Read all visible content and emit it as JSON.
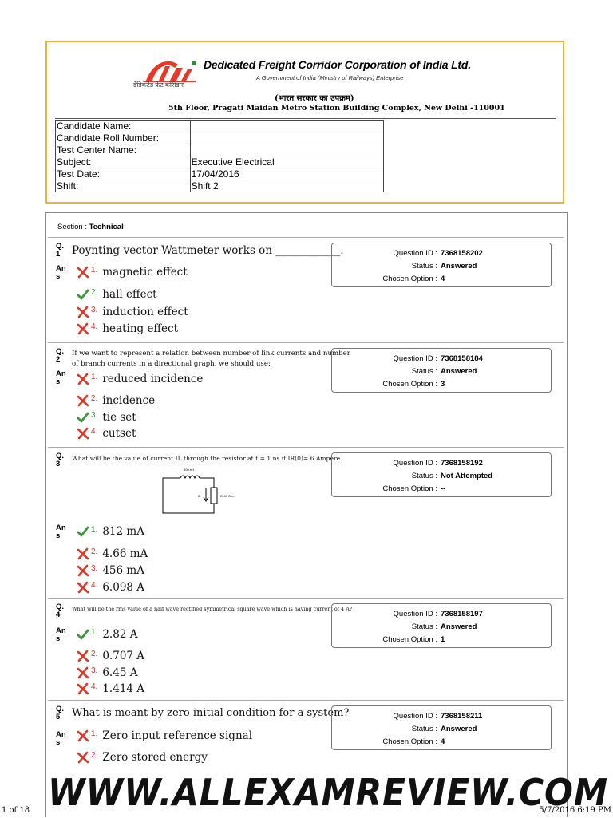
{
  "header": {
    "org_name": "Dedicated Freight Corridor Corporation of India Ltd.",
    "org_subtitle": "A Government of India (Ministry of Railways) Enterprise",
    "org_hindi_logo": "डेडिकेटेड फ्रेट कॉरीडोर",
    "org_hindi": "(भारत सरकार का उपक्रम)",
    "address": "5th Floor, Pragati Maidan Metro Station Building Complex, New Delhi -110001",
    "brand_color": "#e53a2b",
    "border_color": "#f0b13c"
  },
  "candidate": {
    "rows": [
      {
        "label": "Candidate Name:",
        "value": ""
      },
      {
        "label": "Candidate Roll Number:",
        "value": ""
      },
      {
        "label": "Test Center Name:",
        "value": ""
      },
      {
        "label": "Subject:",
        "value": "Executive Electrical"
      },
      {
        "label": "Test Date:",
        "value": "17/04/2016"
      },
      {
        "label": "Shift:",
        "value": "Shift 2"
      }
    ]
  },
  "section": {
    "label": "Section : ",
    "name": "Technical"
  },
  "info_labels": {
    "qid": "Question ID :",
    "status": "Status :",
    "chosen": "Chosen Option :"
  },
  "answer_label": "An s",
  "questions": [
    {
      "qno": "Q. 1",
      "text": "Poynting-vector Wattmeter works on ____________.",
      "qid": "7368158202",
      "status": "Answered",
      "chosen": "4",
      "options": [
        {
          "num": "1.",
          "text": "magnetic effect",
          "correct": false
        },
        {
          "num": "2.",
          "text": "hall effect",
          "correct": true
        },
        {
          "num": "3.",
          "text": "induction effect",
          "correct": false
        },
        {
          "num": "4.",
          "text": "heating effect",
          "correct": false
        }
      ]
    },
    {
      "qno": "Q. 2",
      "text_line1": "If we want to represent a relation between number of link currents and number",
      "text_line2": "of branch currents in a directional graph, we should use:",
      "qid": "7368158184",
      "status": "Answered",
      "chosen": "3",
      "options": [
        {
          "num": "1.",
          "text": "reduced incidence",
          "correct": false
        },
        {
          "num": "2.",
          "text": "incidence",
          "correct": false
        },
        {
          "num": "3.",
          "text": "tie set",
          "correct": true
        },
        {
          "num": "4.",
          "text": "cutset",
          "correct": false
        }
      ]
    },
    {
      "qno": "Q. 3",
      "text": "What will be the value of current IL through the resistor at t = 1 ns if IR(0)= 6 Ampere.",
      "qid": "7368158192",
      "status": "Not Attempted",
      "chosen": "--",
      "circuit": {
        "inductor": "500 nH",
        "resistor": "2000 Ohm",
        "current": "IL"
      },
      "options": [
        {
          "num": "1.",
          "text": "812 mA",
          "correct": true
        },
        {
          "num": "2.",
          "text": "4.66 mA",
          "correct": false
        },
        {
          "num": "3.",
          "text": "456 mA",
          "correct": false
        },
        {
          "num": "4.",
          "text": "6.098 A",
          "correct": false
        }
      ]
    },
    {
      "qno": "Q. 4",
      "text": "What will be the rms value of a half wave rectified symmetrical square wave which is having current of 4 A?",
      "qid": "7368158197",
      "status": "Answered",
      "chosen": "1",
      "options": [
        {
          "num": "1.",
          "text": "2.82 A",
          "correct": true
        },
        {
          "num": "2.",
          "text": "0.707 A",
          "correct": false
        },
        {
          "num": "3.",
          "text": "6.45 A",
          "correct": false
        },
        {
          "num": "4.",
          "text": "1.414 A",
          "correct": false
        }
      ]
    },
    {
      "qno": "Q. 5",
      "text": "What is meant by zero initial condition for a system?",
      "qid": "7368158211",
      "status": "Answered",
      "chosen": "4",
      "options": [
        {
          "num": "1.",
          "text": "Zero input reference signal",
          "correct": false
        },
        {
          "num": "2.",
          "text": "Zero stored energy",
          "correct": false
        }
      ]
    }
  ],
  "footer": {
    "watermark": "WWW.ALLEXAMREVIEW.COM",
    "page_count": "1 of 18",
    "print_date": "5/7/2016 6:19 PM"
  }
}
